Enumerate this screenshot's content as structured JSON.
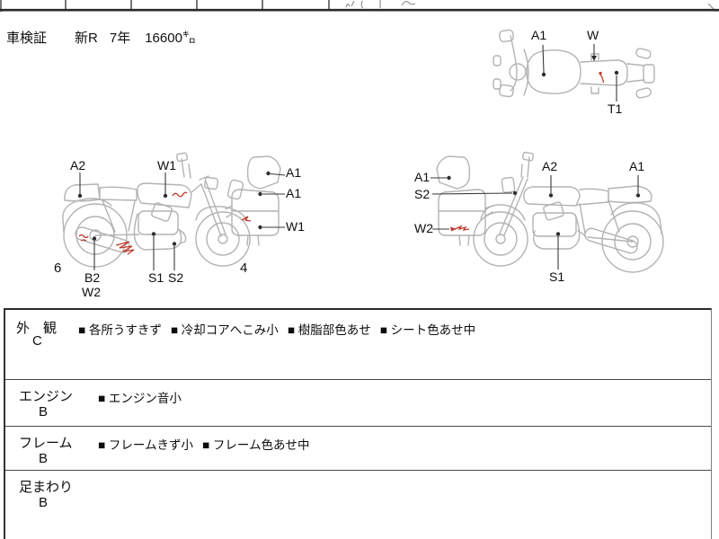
{
  "header": {
    "doc_label": "車検証",
    "era": "新R",
    "year": "7年",
    "mileage": "16600㌔"
  },
  "diagrams": {
    "top_view": {
      "labels": [
        "A1",
        "W",
        "T1"
      ]
    },
    "left_view": {
      "labels": [
        "A2",
        "W1",
        "A1",
        "A1",
        "W1",
        "6",
        "B2",
        "W2",
        "S1",
        "S2",
        "4"
      ]
    },
    "right_view": {
      "labels": [
        "A1",
        "S2",
        "W2",
        "A2",
        "A1",
        "S1"
      ]
    }
  },
  "inspection": {
    "bullet": "■",
    "rows": [
      {
        "label": "外　観",
        "grade": "C",
        "items": [
          "各所うすきず",
          "冷却コアへこみ小",
          "樹脂部色あせ",
          "シート色あせ中"
        ]
      },
      {
        "label": "エンジン",
        "grade": "B",
        "items": [
          "エンジン音小"
        ]
      },
      {
        "label": "フレーム",
        "grade": "B",
        "items": [
          "フレームきず小",
          "フレーム色あせ中"
        ]
      },
      {
        "label": "足まわり",
        "grade": "B",
        "items": []
      }
    ]
  },
  "colors": {
    "sketch": "#b3b3b3",
    "damage_mark": "#c0392b",
    "leader": "#3a3a3a"
  }
}
